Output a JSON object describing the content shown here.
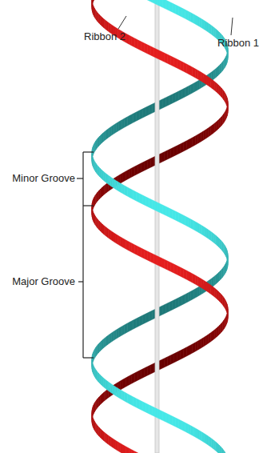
{
  "diagram": {
    "labels": [
      "Ribbon 2",
      "Ribbon 1",
      "Minor Groove",
      "Major Groove"
    ]
  }
}
